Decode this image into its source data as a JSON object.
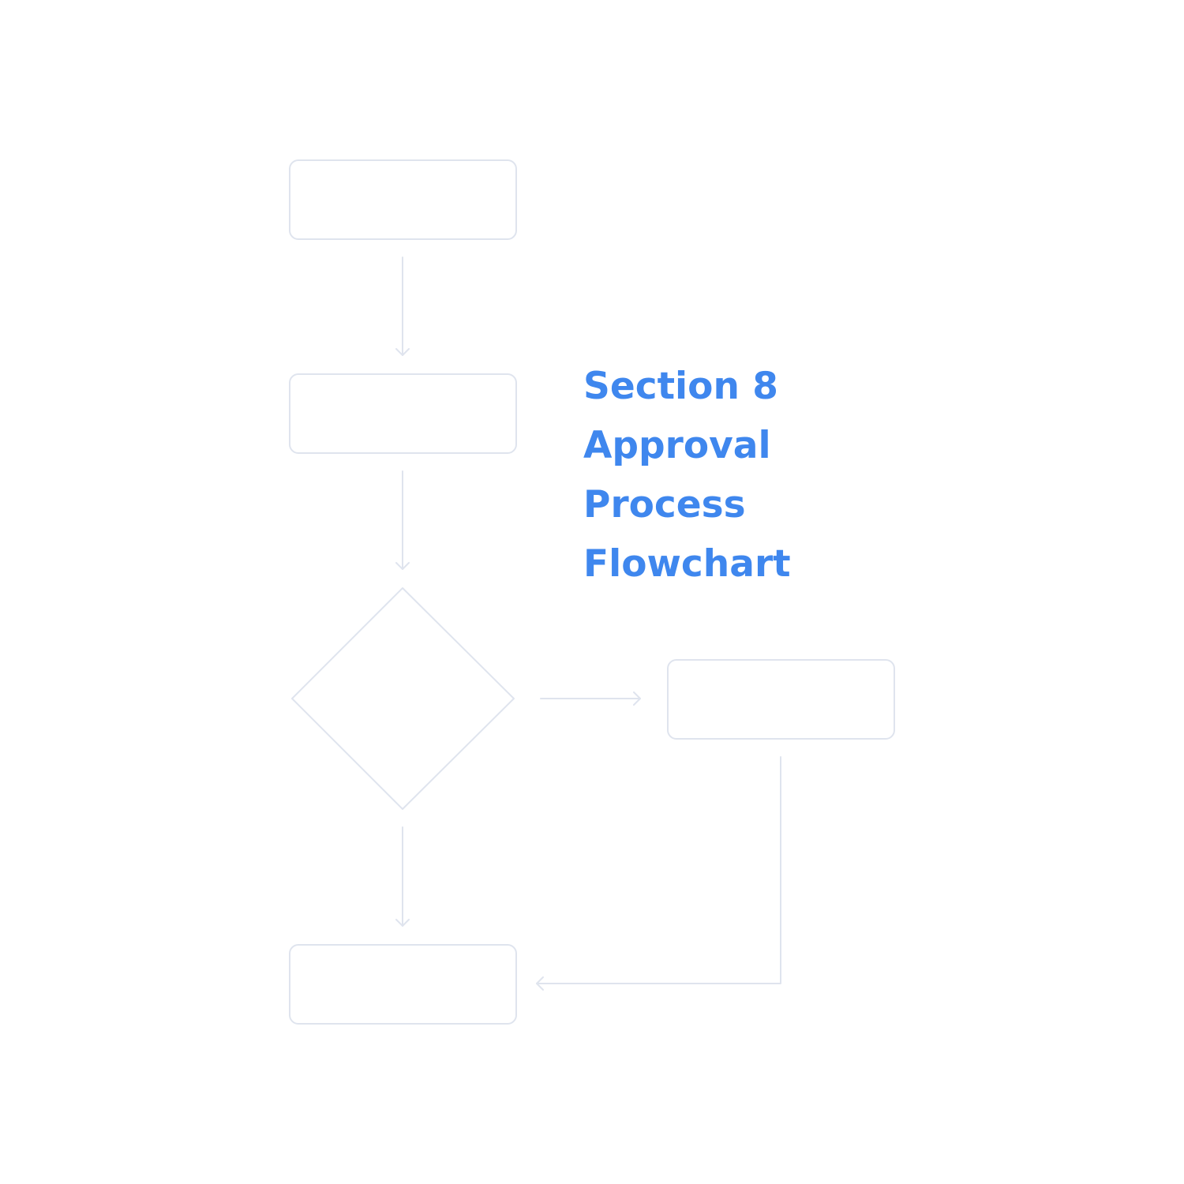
{
  "diagram": {
    "title_lines": [
      "Section 8",
      "Approval",
      "Process",
      "Flowchart"
    ],
    "colors": {
      "title": "#3f87ee",
      "stroke": "#dfe4ee",
      "background": "#ffffff"
    },
    "nodes": [
      {
        "id": "step-1",
        "shape": "rounded-rect",
        "label": ""
      },
      {
        "id": "step-2",
        "shape": "rounded-rect",
        "label": ""
      },
      {
        "id": "decision",
        "shape": "diamond",
        "label": ""
      },
      {
        "id": "side-step",
        "shape": "rounded-rect",
        "label": ""
      },
      {
        "id": "final-step",
        "shape": "rounded-rect",
        "label": ""
      }
    ],
    "edges": [
      {
        "from": "step-1",
        "to": "step-2"
      },
      {
        "from": "step-2",
        "to": "decision"
      },
      {
        "from": "decision",
        "to": "side-step"
      },
      {
        "from": "decision",
        "to": "final-step"
      },
      {
        "from": "side-step",
        "to": "final-step"
      }
    ]
  }
}
